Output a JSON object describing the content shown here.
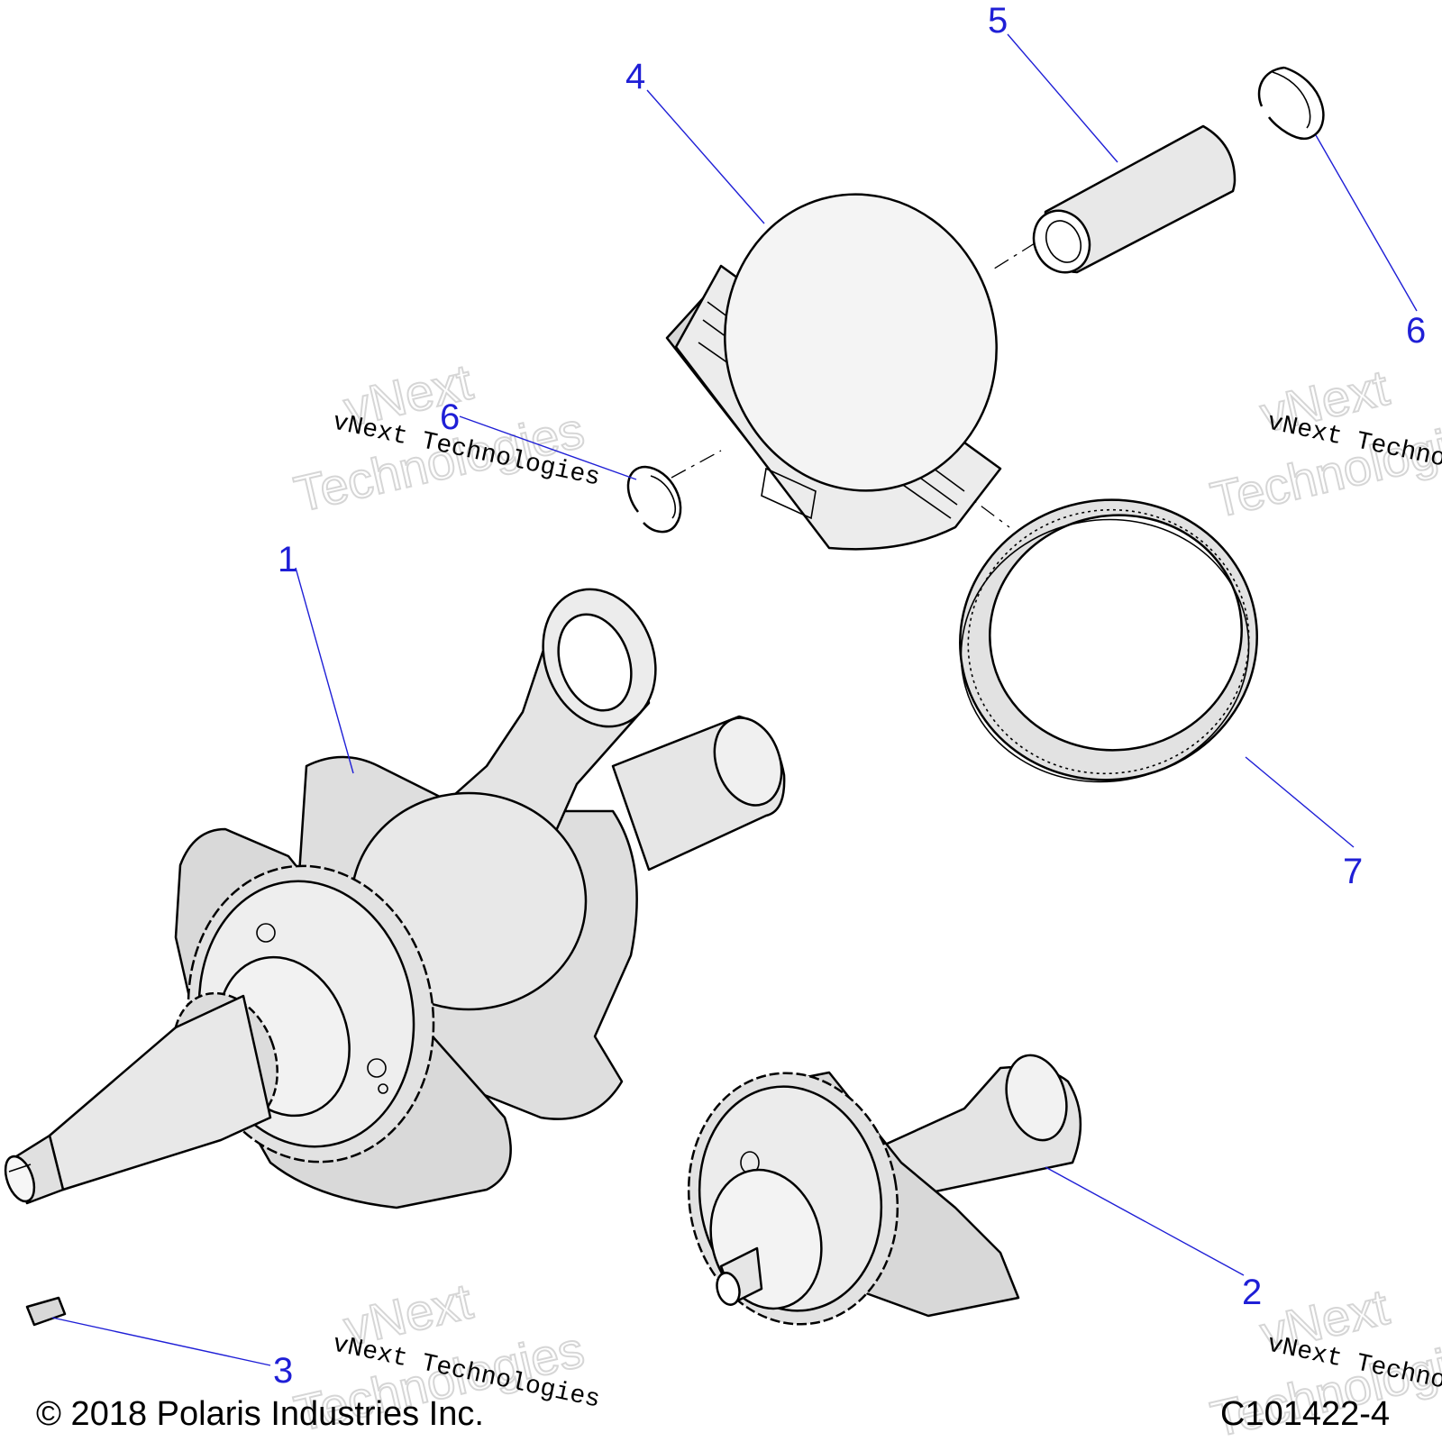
{
  "callouts": [
    {
      "id": "1",
      "label": "1"
    },
    {
      "id": "2",
      "label": "2"
    },
    {
      "id": "3",
      "label": "3"
    },
    {
      "id": "4",
      "label": "4"
    },
    {
      "id": "5",
      "label": "5"
    },
    {
      "id": "6a",
      "label": "6"
    },
    {
      "id": "6b",
      "label": "6"
    },
    {
      "id": "7",
      "label": "7"
    }
  ],
  "watermark": {
    "brand_line1": "vNext",
    "brand_line2": "Technologies",
    "small_text": "vNext Technologies"
  },
  "footer": {
    "copyright": "© 2018 Polaris Industries Inc.",
    "drawing_number": "C101422-4"
  },
  "colors": {
    "callout_blue": "#1f1fd6",
    "part_fill": "#e4e4e4",
    "part_shade": "#c9c9c9",
    "part_light": "#f2f2f2",
    "watermark_outline": "#d6d6d6"
  }
}
